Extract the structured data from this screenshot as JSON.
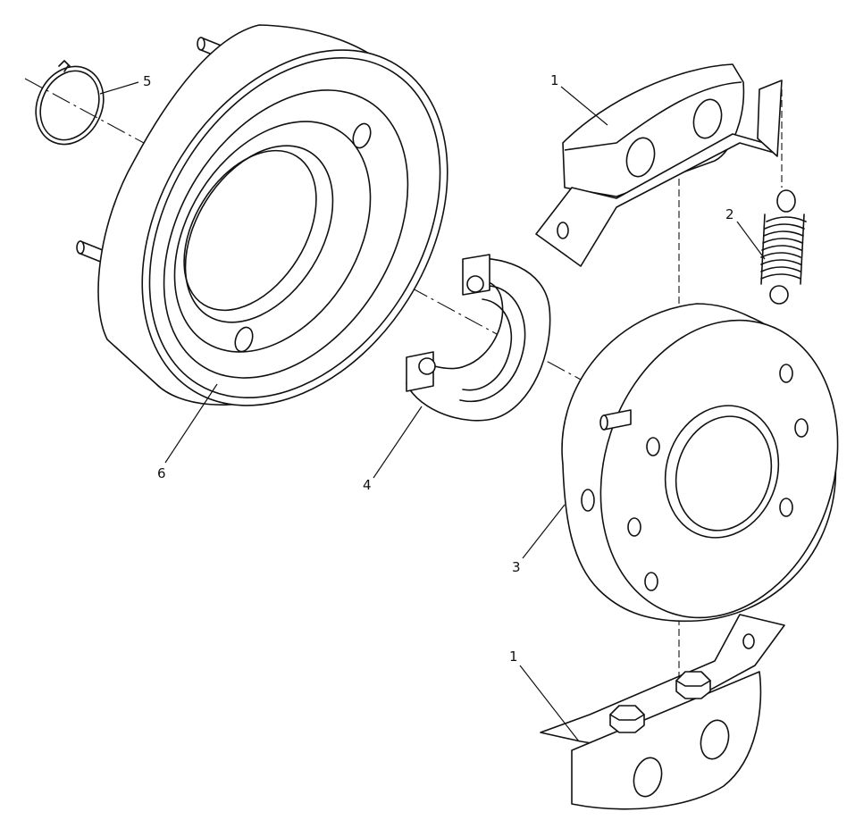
{
  "diagram": {
    "callouts": [
      {
        "id": "shoe-upper",
        "label": "1"
      },
      {
        "id": "spring",
        "label": "2"
      },
      {
        "id": "hub-disc",
        "label": "3"
      },
      {
        "id": "friction-half",
        "label": "4"
      },
      {
        "id": "snap-ring",
        "label": "5"
      },
      {
        "id": "drum",
        "label": "6"
      },
      {
        "id": "shoe-lower",
        "label": "1"
      }
    ]
  }
}
